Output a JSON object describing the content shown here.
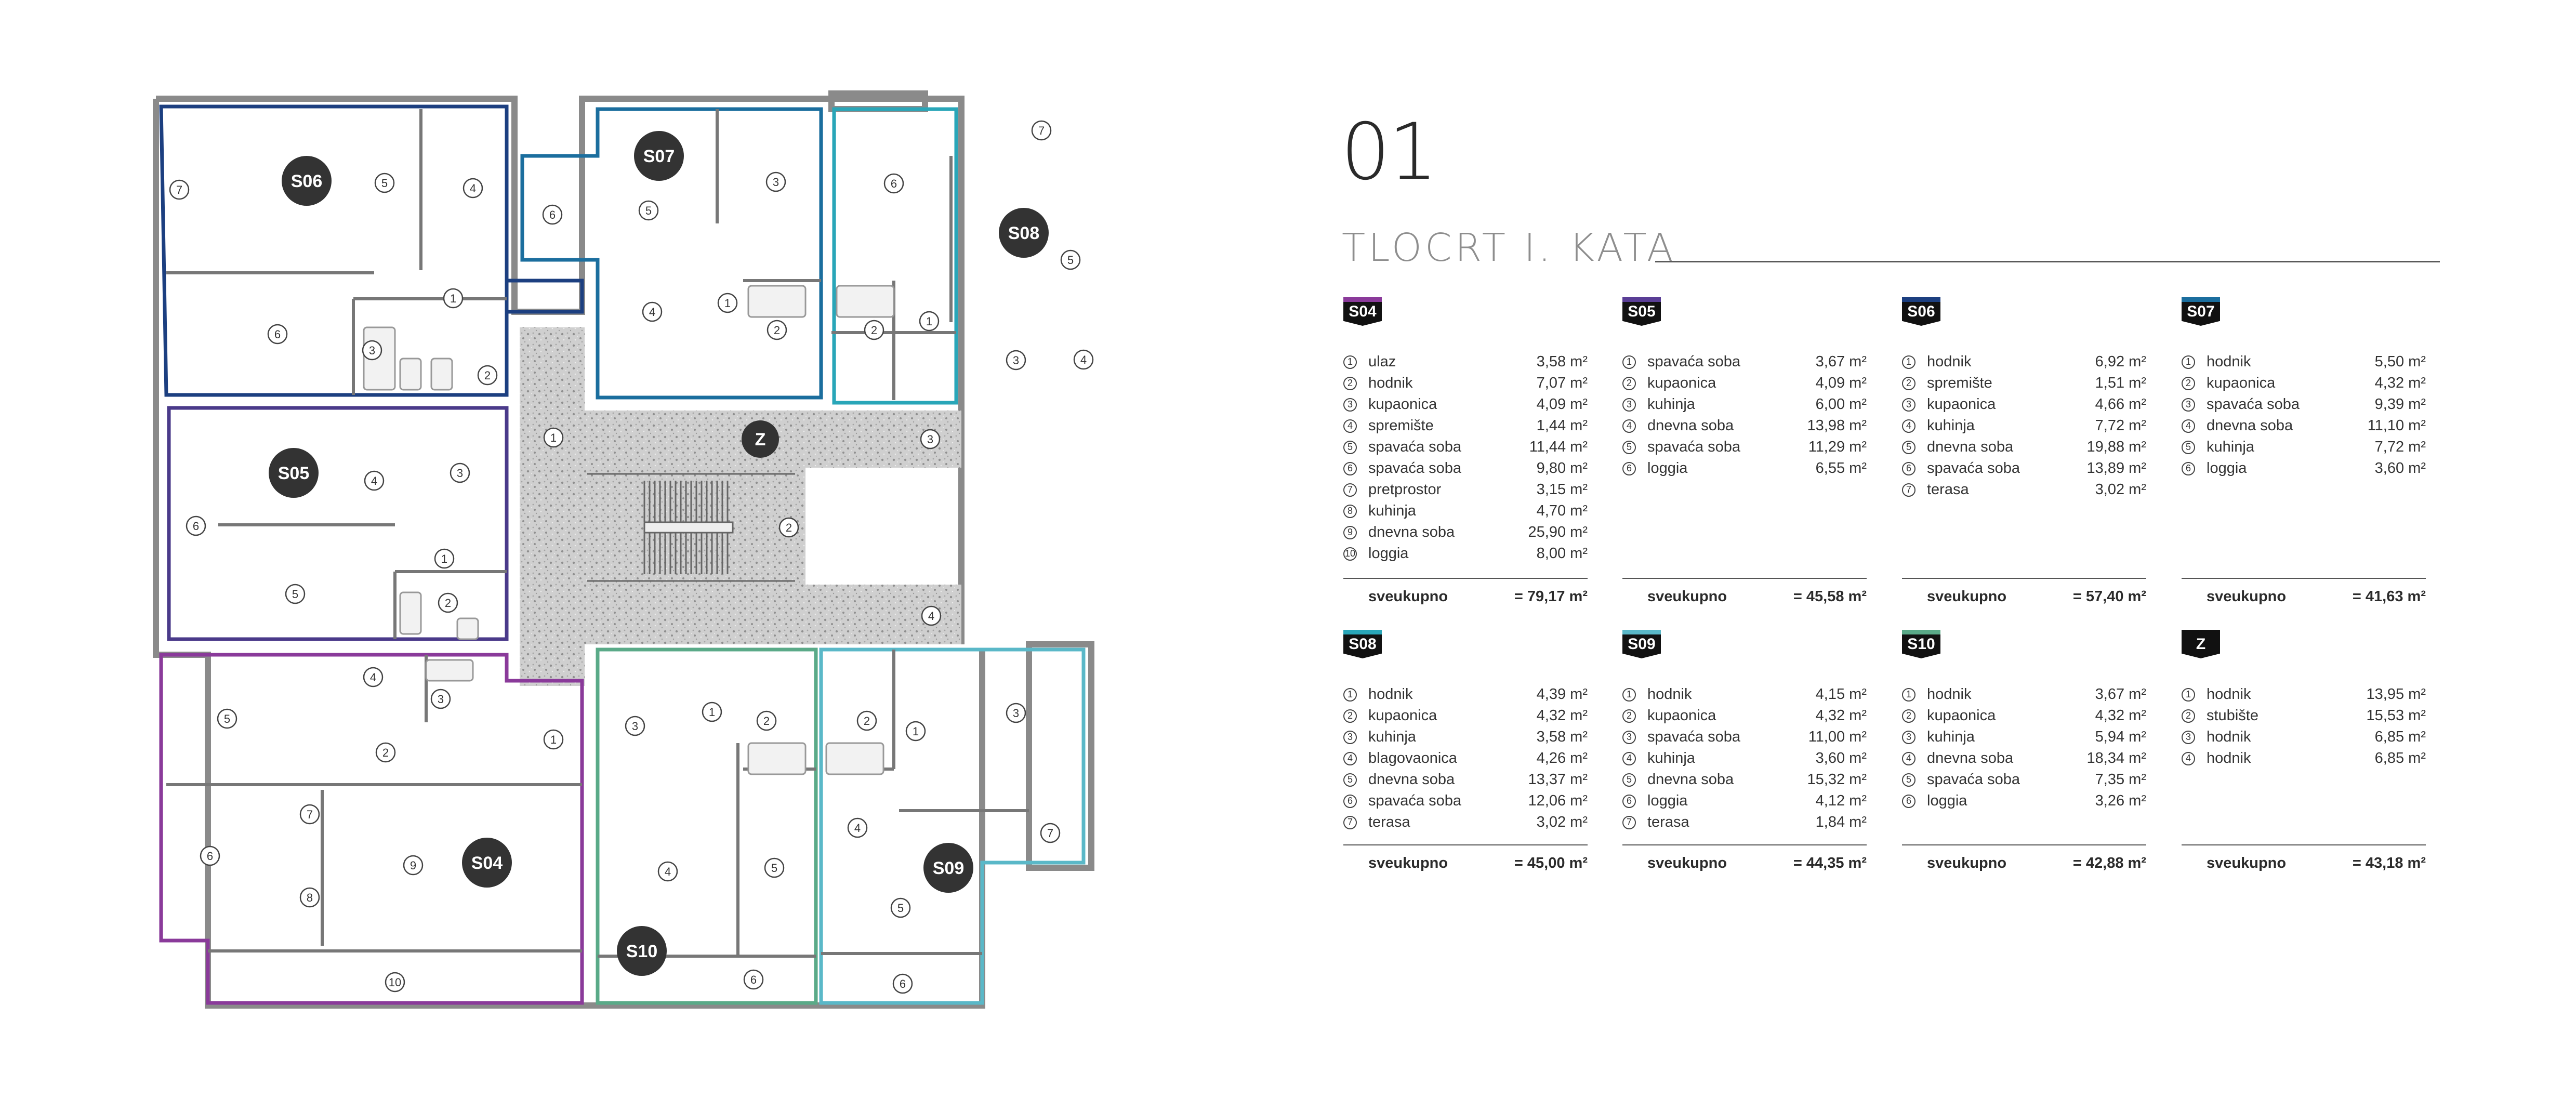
{
  "heading": {
    "number": "01",
    "title": "TLOCRT  I. KATA"
  },
  "plan": {
    "apartment_labels": [
      "S06",
      "S07",
      "S08",
      "S05",
      "Z",
      "S04",
      "S10",
      "S09"
    ],
    "colors": {
      "S04": "#8a3a9a",
      "S05": "#4a3a8a",
      "S06": "#1c3f80",
      "S07": "#1b6e9e",
      "S08": "#29a6b8",
      "S09": "#5ab8c8",
      "S10": "#5aaa88",
      "Z": "#111111"
    }
  },
  "units": [
    {
      "id": "S04",
      "color": "#8a3a9a",
      "rooms": [
        {
          "n": "1",
          "name": "ulaz",
          "area": "3,58 m²"
        },
        {
          "n": "2",
          "name": "hodnik",
          "area": "7,07 m²"
        },
        {
          "n": "3",
          "name": "kupaonica",
          "area": "4,09 m²"
        },
        {
          "n": "4",
          "name": "spremište",
          "area": "1,44 m²"
        },
        {
          "n": "5",
          "name": "spavaća soba",
          "area": "11,44 m²"
        },
        {
          "n": "6",
          "name": "spavaća soba",
          "area": "9,80 m²"
        },
        {
          "n": "7",
          "name": "pretprostor",
          "area": "3,15 m²"
        },
        {
          "n": "8",
          "name": "kuhinja",
          "area": "4,70 m²"
        },
        {
          "n": "9",
          "name": "dnevna soba",
          "area": "25,90 m²"
        },
        {
          "n": "10",
          "name": "loggia",
          "area": "8,00 m²"
        }
      ],
      "total_label": "sveukupno",
      "total": "= 79,17 m²"
    },
    {
      "id": "S05",
      "color": "#5a3e96",
      "rooms": [
        {
          "n": "1",
          "name": "spavaća soba",
          "area": "3,67 m²"
        },
        {
          "n": "2",
          "name": "kupaonica",
          "area": "4,09 m²"
        },
        {
          "n": "3",
          "name": "kuhinja",
          "area": "6,00 m²"
        },
        {
          "n": "4",
          "name": "dnevna soba",
          "area": "13,98 m²"
        },
        {
          "n": "5",
          "name": "spavaća soba",
          "area": "11,29 m²"
        },
        {
          "n": "6",
          "name": "loggia",
          "area": "6,55 m²"
        }
      ],
      "total_label": "sveukupno",
      "total": "= 45,58 m²"
    },
    {
      "id": "S06",
      "color": "#1c3f80",
      "rooms": [
        {
          "n": "1",
          "name": "hodnik",
          "area": "6,92 m²"
        },
        {
          "n": "2",
          "name": "spremište",
          "area": "1,51 m²"
        },
        {
          "n": "3",
          "name": "kupaonica",
          "area": "4,66 m²"
        },
        {
          "n": "4",
          "name": "kuhinja",
          "area": "7,72 m²"
        },
        {
          "n": "5",
          "name": "dnevna soba",
          "area": "19,88 m²"
        },
        {
          "n": "6",
          "name": "spavaća soba",
          "area": "13,89 m²"
        },
        {
          "n": "7",
          "name": "terasa",
          "area": "3,02 m²"
        }
      ],
      "total_label": "sveukupno",
      "total": "= 57,40 m²"
    },
    {
      "id": "S07",
      "color": "#1b6e9e",
      "rooms": [
        {
          "n": "1",
          "name": "hodnik",
          "area": "5,50 m²"
        },
        {
          "n": "2",
          "name": "kupaonica",
          "area": "4,32 m²"
        },
        {
          "n": "3",
          "name": "spavaća soba",
          "area": "9,39 m²"
        },
        {
          "n": "4",
          "name": "dnevna soba",
          "area": "11,10 m²"
        },
        {
          "n": "5",
          "name": "kuhinja",
          "area": "7,72 m²"
        },
        {
          "n": "6",
          "name": "loggia",
          "area": "3,60 m²"
        }
      ],
      "total_label": "sveukupno",
      "total": "= 41,63 m²"
    },
    {
      "id": "S08",
      "color": "#29a6b8",
      "rooms": [
        {
          "n": "1",
          "name": "hodnik",
          "area": "4,39 m²"
        },
        {
          "n": "2",
          "name": "kupaonica",
          "area": "4,32 m²"
        },
        {
          "n": "3",
          "name": "kuhinja",
          "area": "3,58 m²"
        },
        {
          "n": "4",
          "name": "blagovaonica",
          "area": "4,26 m²"
        },
        {
          "n": "5",
          "name": "dnevna soba",
          "area": "13,37 m²"
        },
        {
          "n": "6",
          "name": "spavaća soba",
          "area": "12,06 m²"
        },
        {
          "n": "7",
          "name": "terasa",
          "area": "3,02 m²"
        }
      ],
      "total_label": "sveukupno",
      "total": "= 45,00 m²"
    },
    {
      "id": "S09",
      "color": "#5ab8c8",
      "rooms": [
        {
          "n": "1",
          "name": "hodnik",
          "area": "4,15 m²"
        },
        {
          "n": "2",
          "name": "kupaonica",
          "area": "4,32 m²"
        },
        {
          "n": "3",
          "name": "spavaća soba",
          "area": "11,00 m²"
        },
        {
          "n": "4",
          "name": "kuhinja",
          "area": "3,60 m²"
        },
        {
          "n": "5",
          "name": "dnevna soba",
          "area": "15,32 m²"
        },
        {
          "n": "6",
          "name": "loggia",
          "area": "4,12 m²"
        },
        {
          "n": "7",
          "name": "terasa",
          "area": "1,84 m²"
        }
      ],
      "total_label": "sveukupno",
      "total": "= 44,35 m²"
    },
    {
      "id": "S10",
      "color": "#5aaa88",
      "rooms": [
        {
          "n": "1",
          "name": "hodnik",
          "area": "3,67 m²"
        },
        {
          "n": "2",
          "name": "kupaonica",
          "area": "4,32 m²"
        },
        {
          "n": "3",
          "name": "kuhinja",
          "area": "5,94 m²"
        },
        {
          "n": "4",
          "name": "dnevna soba",
          "area": "18,34 m²"
        },
        {
          "n": "5",
          "name": "spavaća soba",
          "area": "7,35 m²"
        },
        {
          "n": "6",
          "name": "loggia",
          "area": "3,26 m²"
        }
      ],
      "total_label": "sveukupno",
      "total": "= 42,88 m²"
    },
    {
      "id": "Z",
      "color": "#111111",
      "rooms": [
        {
          "n": "1",
          "name": "hodnik",
          "area": "13,95 m²"
        },
        {
          "n": "2",
          "name": "stubište",
          "area": "15,53 m²"
        },
        {
          "n": "3",
          "name": "hodnik",
          "area": "6,85 m²"
        },
        {
          "n": "4",
          "name": "hodnik",
          "area": "6,85 m²"
        }
      ],
      "total_label": "sveukupno",
      "total": "= 43,18 m²"
    }
  ]
}
